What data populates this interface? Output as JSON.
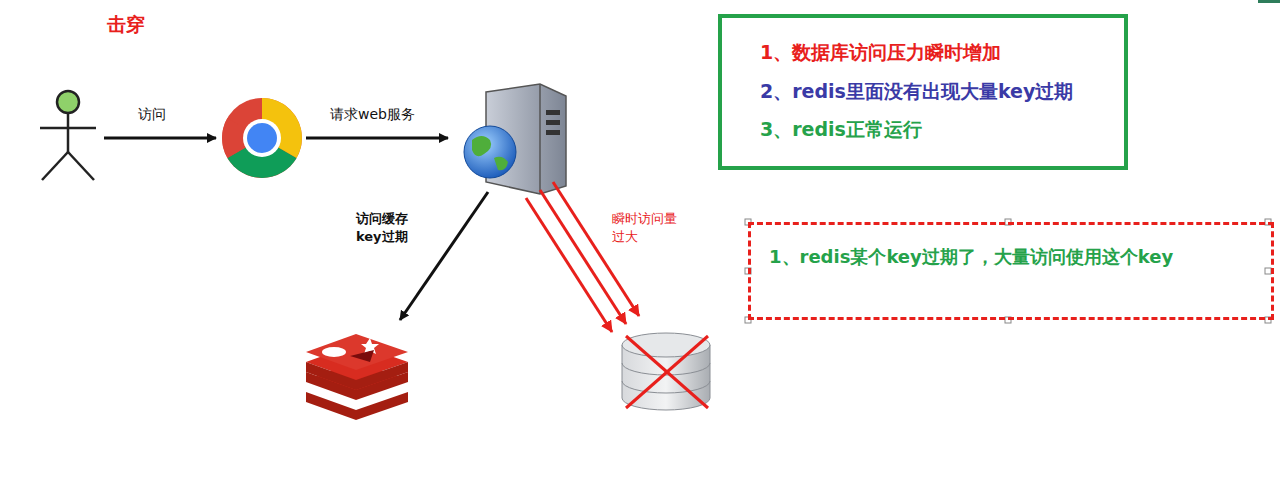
{
  "diagram": {
    "title": "击穿",
    "nodes": [
      {
        "text": [
          "1、数据库访问压力瞬时增加",
          "2、redis里面没有出现大量key过期",
          "3、redis正常运行"
        ]
      },
      {
        "text": [
          "1、redis某个key过期了，大量访问使用这个key"
        ]
      }
    ],
    "labels": [
      "访问",
      "请求web服务",
      "访问缓存 key过期",
      "瞬时访问量 过大"
    ]
  }
}
